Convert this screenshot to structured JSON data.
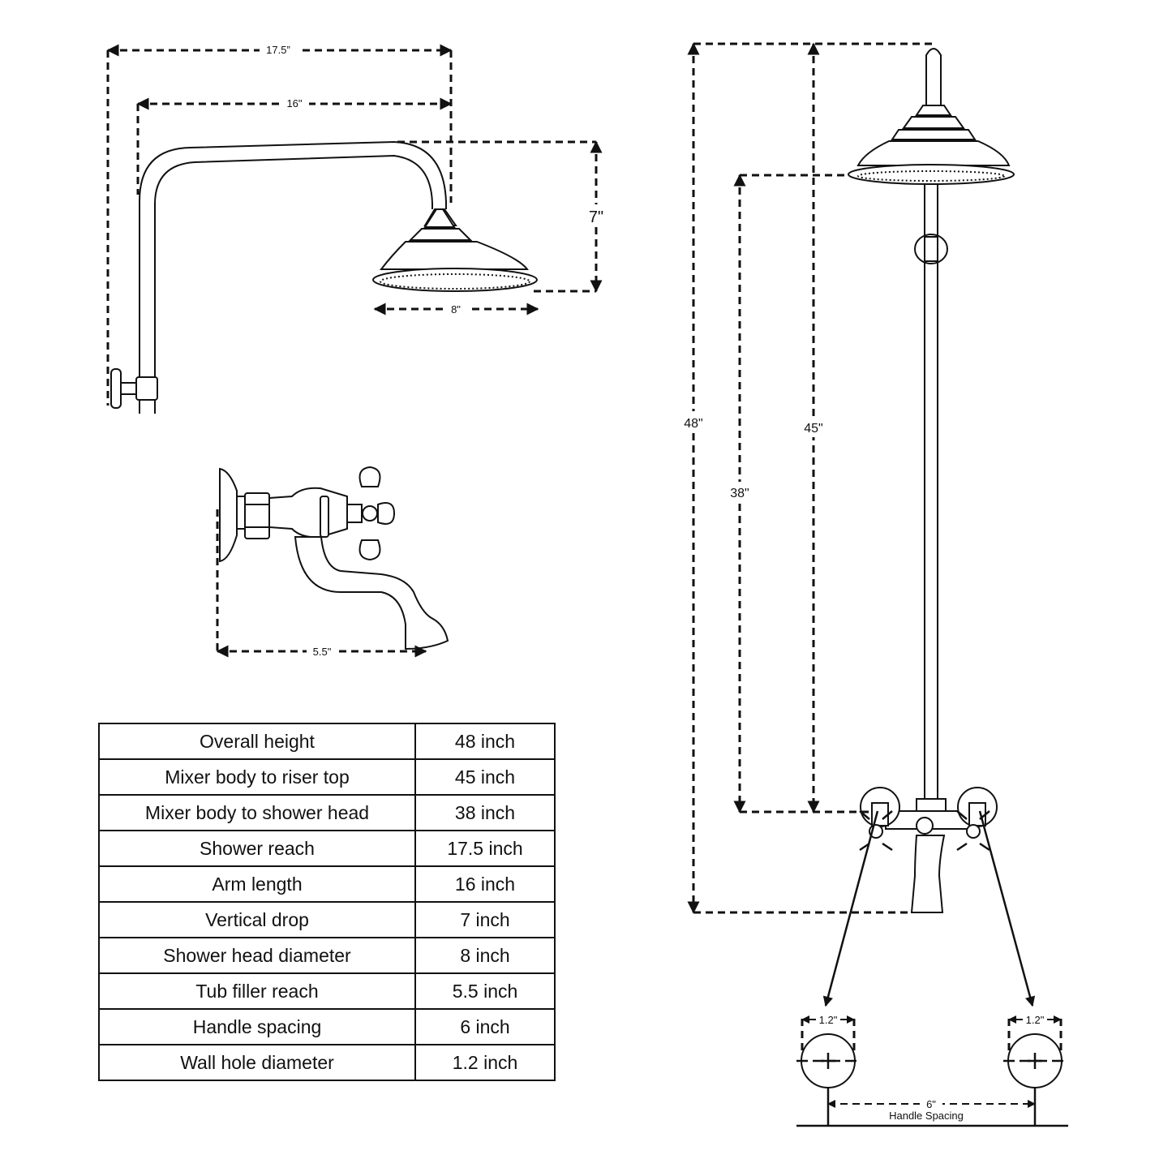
{
  "dimensions": {
    "shower_reach": "17.5”",
    "arm_length": "16\"",
    "vertical_drop": "7\"",
    "head_diameter": "8\"",
    "tub_filler_reach": "5.5\"",
    "overall_height": "48\"",
    "riser_top": "45\"",
    "shower_head_height": "38\"",
    "hole_left": "1.2\"",
    "hole_right": "1.2\"",
    "handle_spacing": "6\"",
    "handle_spacing_caption": "Handle Spacing"
  },
  "spec_table": [
    {
      "label": "Overall height",
      "value": "48 inch"
    },
    {
      "label": "Mixer body to riser top",
      "value": "45 inch"
    },
    {
      "label": "Mixer body to shower head",
      "value": "38 inch"
    },
    {
      "label": "Shower reach",
      "value": "17.5 inch"
    },
    {
      "label": "Arm length",
      "value": "16 inch"
    },
    {
      "label": "Vertical drop",
      "value": "7 inch"
    },
    {
      "label": "Shower head diameter",
      "value": "8 inch"
    },
    {
      "label": "Tub filler reach",
      "value": "5.5 inch"
    },
    {
      "label": "Handle spacing",
      "value": "6 inch"
    },
    {
      "label": "Wall hole diameter",
      "value": "1.2 inch"
    }
  ]
}
